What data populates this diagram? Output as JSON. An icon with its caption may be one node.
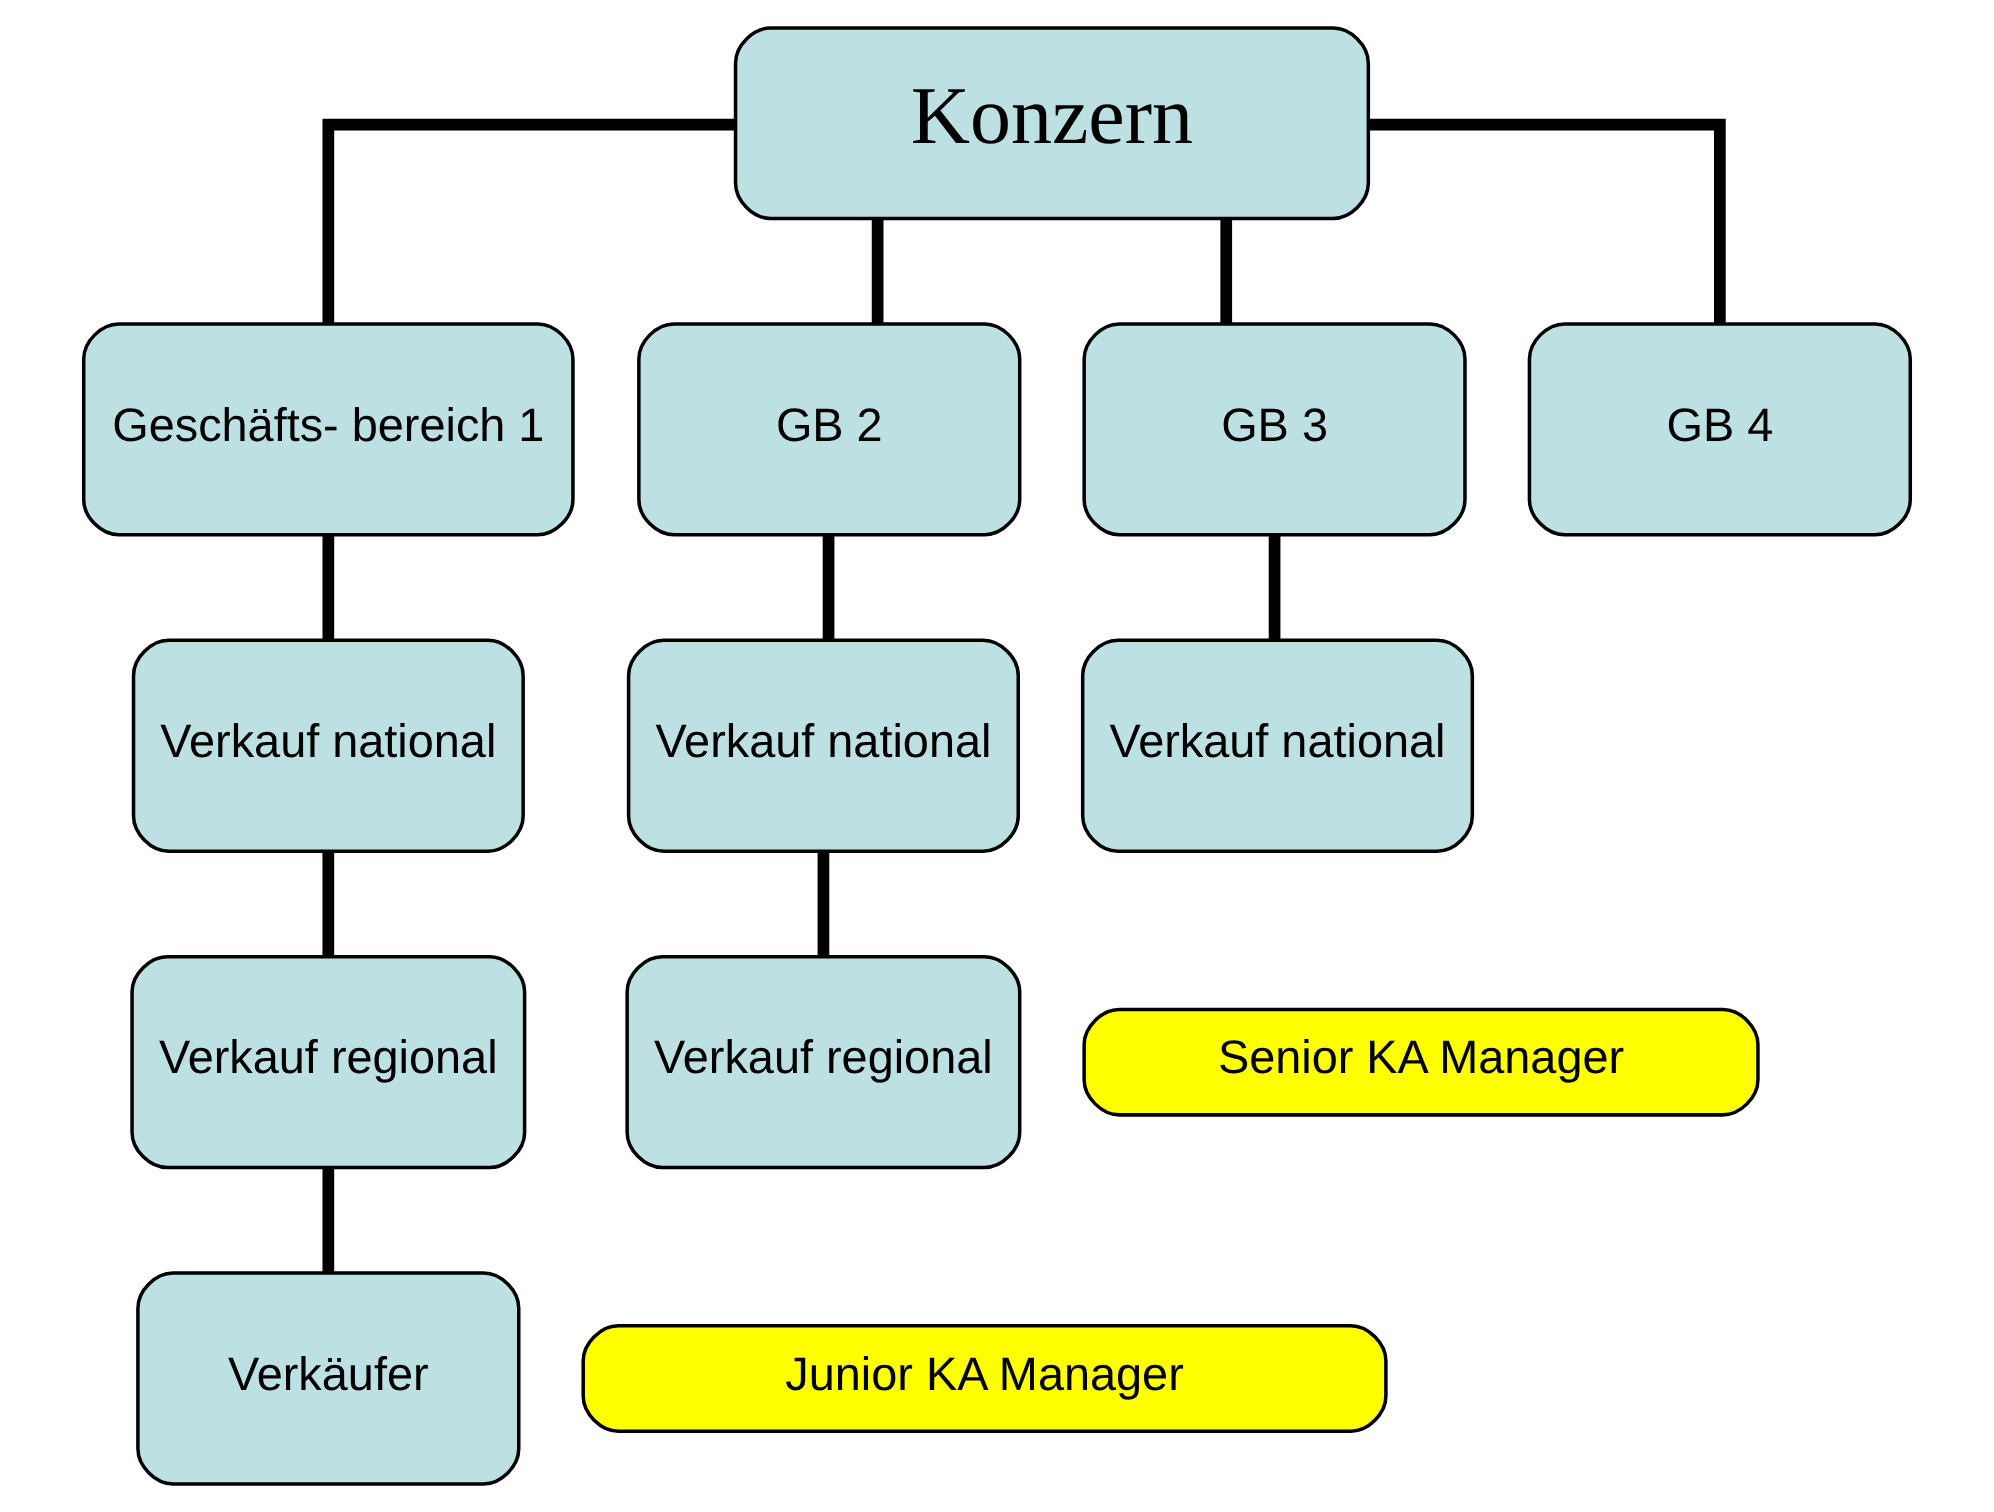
{
  "diagram": {
    "nodes": [
      {
        "text": [
          "Konzern"
        ]
      },
      {
        "text": [
          "Geschäfts- bereich 1"
        ]
      },
      {
        "text": [
          "GB 2"
        ]
      },
      {
        "text": [
          "GB 3"
        ]
      },
      {
        "text": [
          "GB 4"
        ]
      },
      {
        "text": [
          "Verkauf national"
        ]
      },
      {
        "text": [
          "Verkauf national"
        ]
      },
      {
        "text": [
          "Verkauf national"
        ]
      },
      {
        "text": [
          "Verkauf regional"
        ]
      },
      {
        "text": [
          "Verkauf regional"
        ]
      },
      {
        "text": [
          "Verkäufer"
        ]
      },
      {
        "text": [
          "Senior KA Manager"
        ]
      },
      {
        "text": [
          "Junior KA Manager"
        ]
      }
    ],
    "edges": [
      {
        "from": 0,
        "to": 1,
        "arrow": "none"
      },
      {
        "from": 0,
        "to": 2,
        "arrow": "none"
      },
      {
        "from": 0,
        "to": 3,
        "arrow": "none"
      },
      {
        "from": 0,
        "to": 4,
        "arrow": "none"
      },
      {
        "from": 1,
        "to": 5,
        "arrow": "none"
      },
      {
        "from": 2,
        "to": 6,
        "arrow": "none"
      },
      {
        "from": 3,
        "to": 7,
        "arrow": "none"
      },
      {
        "from": 5,
        "to": 8,
        "arrow": "none"
      },
      {
        "from": 6,
        "to": 9,
        "arrow": "none"
      },
      {
        "from": 8,
        "to": 10,
        "arrow": "none"
      }
    ]
  }
}
